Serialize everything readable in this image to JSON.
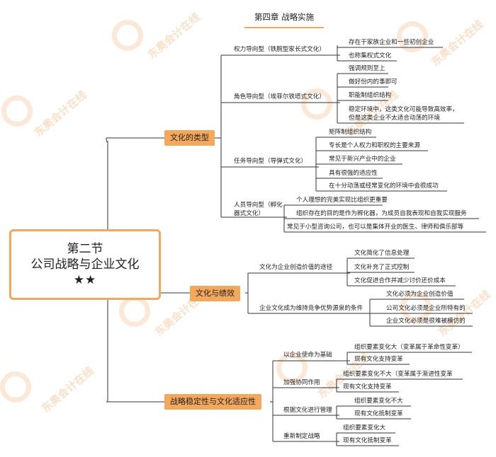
{
  "header": {
    "chapter": "第四章 战略实施"
  },
  "root": {
    "line1": "第二节",
    "line2": "公司战略与企业文化",
    "stars": "★★"
  },
  "watermark": {
    "text": "东奥会计在线"
  },
  "branches": [
    {
      "label": "文化的类型",
      "children": [
        {
          "label": "权力导向型（铁腕型家长式文化）",
          "leaves": [
            "存在于家族企业和一些初创企业",
            "也称集权式文化"
          ]
        },
        {
          "label": "角色导向型（埃菲尔铁塔式文化）",
          "leaves": [
            "强调规则至上",
            "做好份内的事即可",
            "职能制组织结构",
            "稳定环境中，这类文化可能导致高效率，但是这类企业不太适合动荡的环境"
          ]
        },
        {
          "label": "任务导向型（导弹式文化）",
          "leaves": [
            "矩阵制组织结构",
            "专长是个人权力和职权的主要来源",
            "常见于新兴产业中的企业",
            "具有很强的适应性",
            "在十分动荡或经常变化的环境中会很成功"
          ]
        },
        {
          "label": "人员导向型（孵化器式文化）",
          "leaves": [
            "个人理想的完美实现比组织更重要",
            "组织存在的目的是作为孵化器，为成员自我表现和自我实现服务",
            "常见于小型咨询公司，也可以是集体开业的医生、律师和俱乐部等"
          ]
        }
      ]
    },
    {
      "label": "文化与绩效",
      "children": [
        {
          "label": "文化为企业创造价值的途径",
          "leaves": [
            "文化简化了信息处理",
            "文化补充了正式控制",
            "文化促进合作并减少讨价还价成本"
          ]
        },
        {
          "label": "企业文化成为维持竞争优势源泉的条件",
          "leaves": [
            "文化必须为企业创造价值",
            "公司文化必须是企业所特有的",
            "企业文化必须是很难被模仿的"
          ]
        }
      ]
    },
    {
      "label": "战略稳定性与文化适应性",
      "children": [
        {
          "label": "以企业使命为基础",
          "leaves": [
            "组织要素变化大（变革属于革命性变革）",
            "现有文化支持变革"
          ]
        },
        {
          "label": "加强协同作用",
          "leaves": [
            "组织要素变化不大（变革属于渐进性变革",
            "现有文化支持变革"
          ]
        },
        {
          "label": "根据文化进行管理",
          "leaves": [
            "组织要素变化不大",
            "现有文化抵制变革"
          ]
        },
        {
          "label": "重新制定战略",
          "leaves": [
            "组织要素变化大",
            "现有文化抵制变革"
          ]
        }
      ]
    }
  ]
}
